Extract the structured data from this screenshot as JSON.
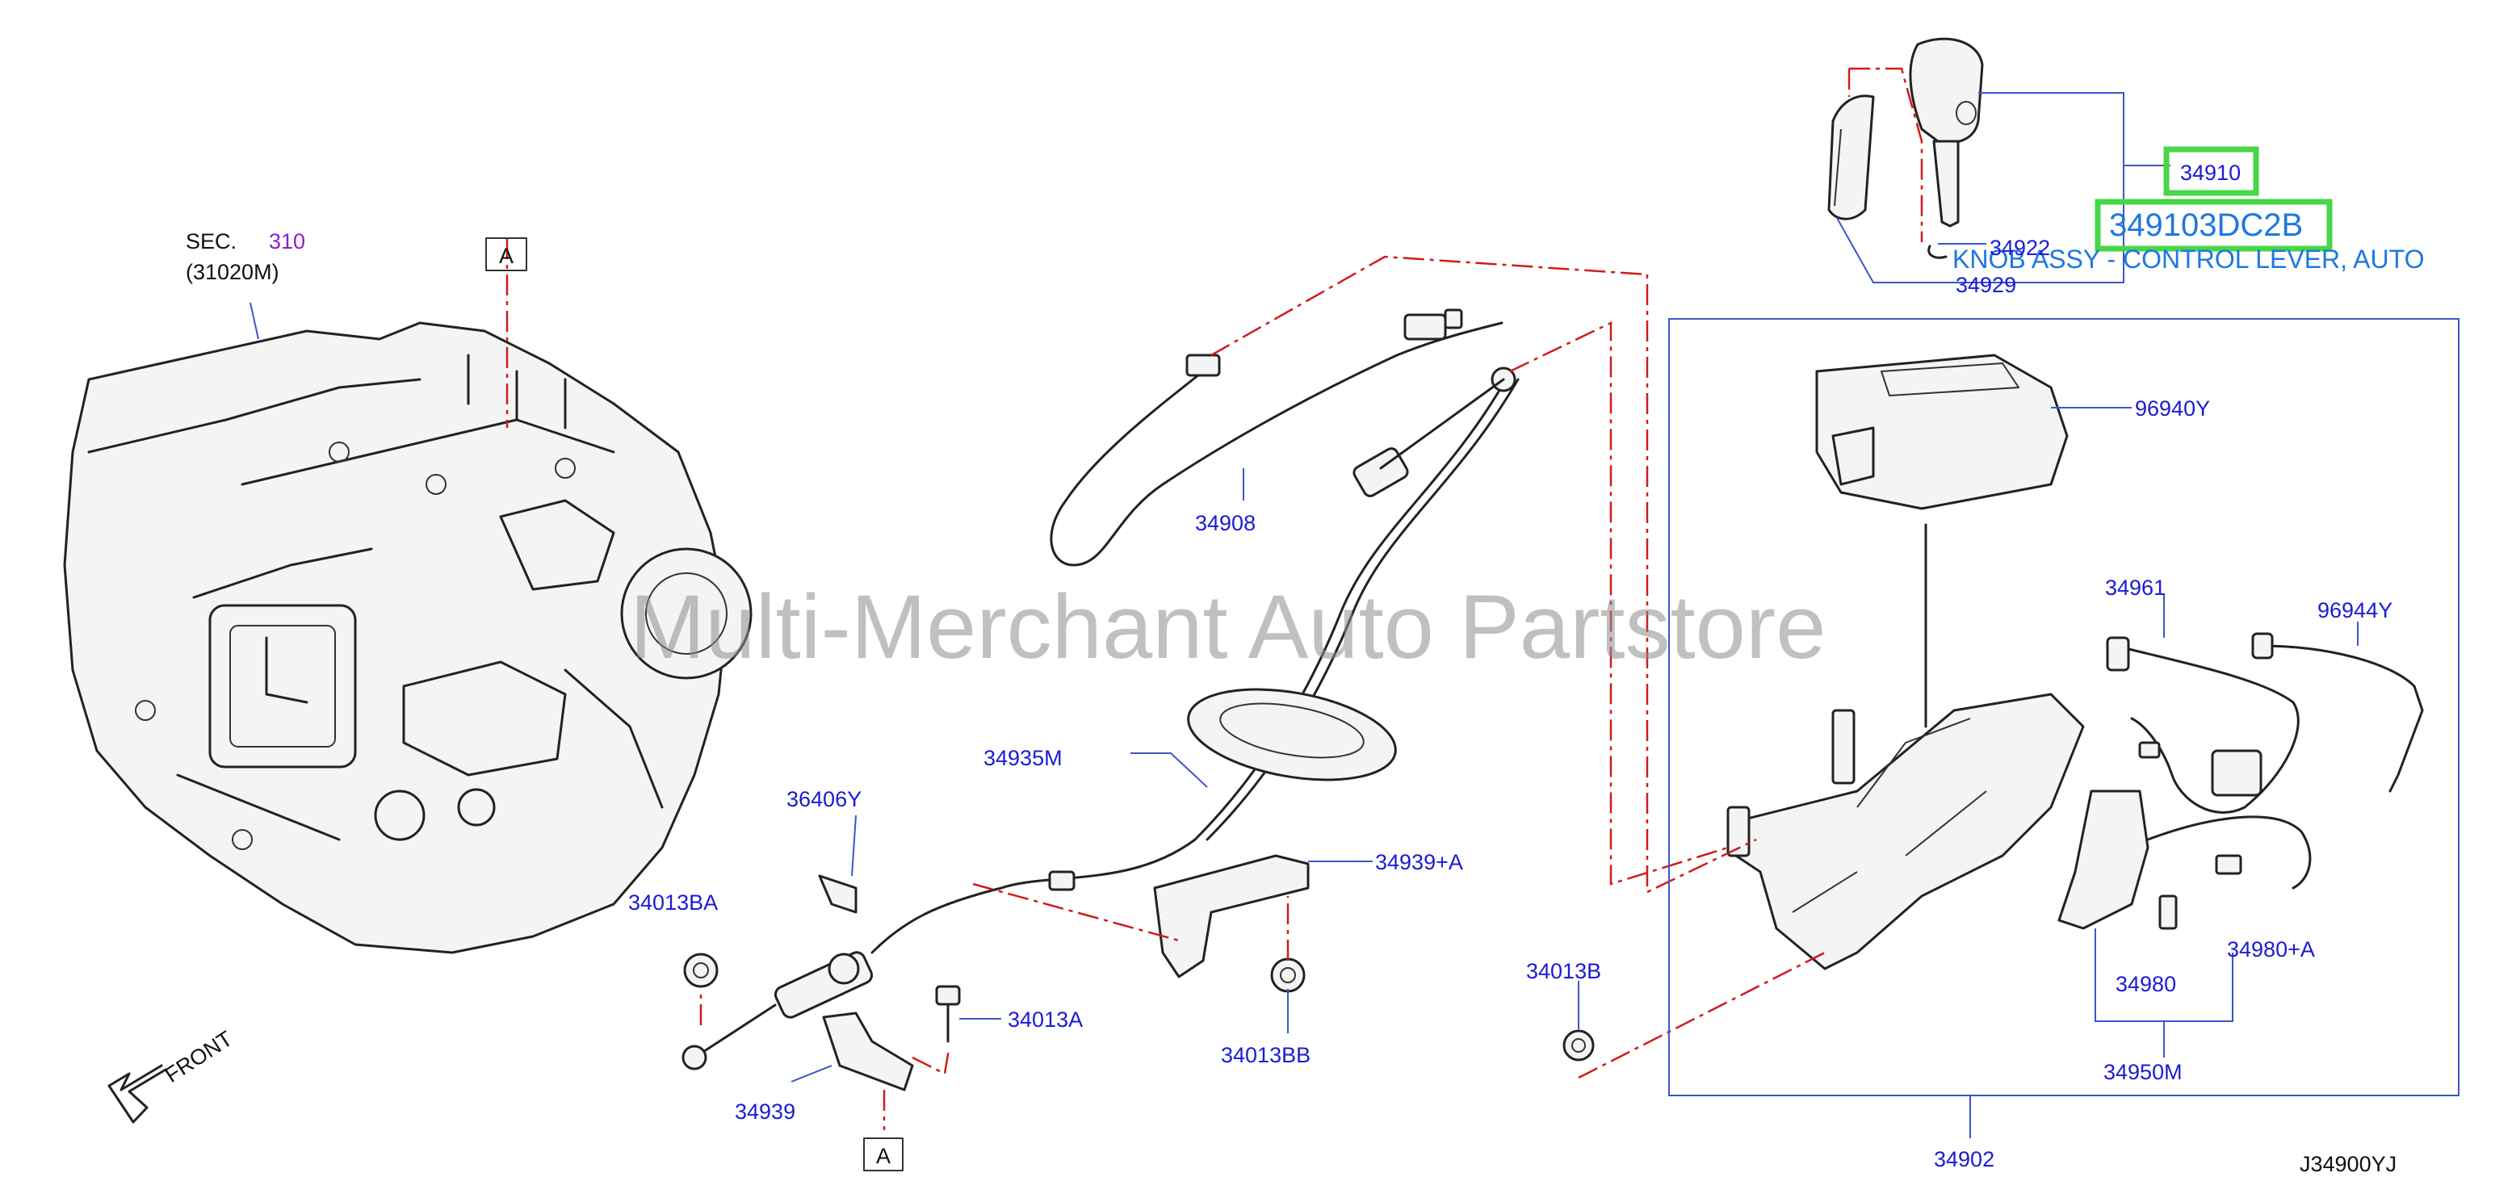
{
  "watermark": "Multi-Merchant Auto Partstore",
  "diagram_code": "J34900YJ",
  "front_label": "FRONT",
  "section": {
    "prefix": "SEC.",
    "number": "310",
    "part": "(31020M)"
  },
  "ref_marker": "A",
  "highlight": {
    "part_number": "34910",
    "full_part_number": "349103DC2B",
    "description": "KNOB ASSY - CONTROL LEVER, AUTO"
  },
  "labels": {
    "p34922": "34922",
    "p34929": "34929",
    "p96940Y": "96940Y",
    "p34908": "34908",
    "p34961": "34961",
    "p96944Y": "96944Y",
    "p34935M": "34935M",
    "p36406Y": "36406Y",
    "p34939A": "34939+A",
    "p34013BA": "34013BA",
    "p34013A": "34013A",
    "p34013BB": "34013BB",
    "p34013B": "34013B",
    "p34980A": "34980+A",
    "p34980": "34980",
    "p34950M": "34950M",
    "p34939": "34939",
    "p34902": "34902"
  }
}
